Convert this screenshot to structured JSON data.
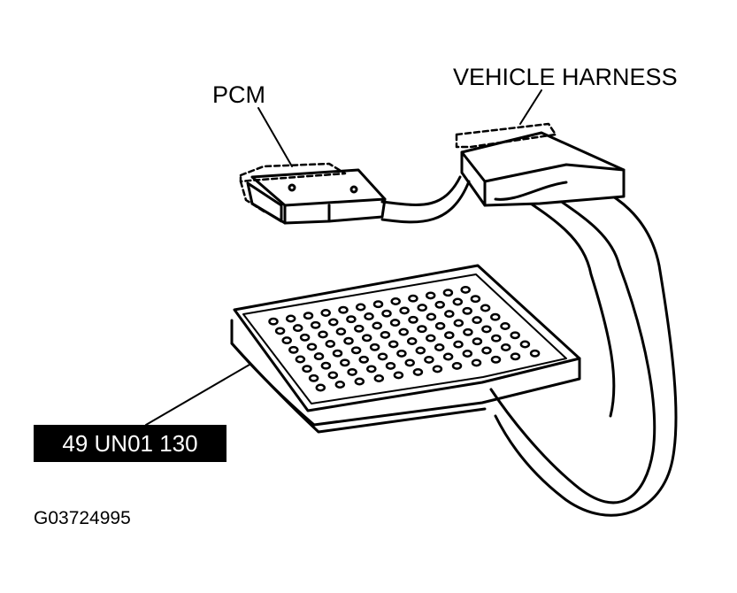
{
  "labels": {
    "pcm": "PCM",
    "vehicle_harness": "VEHICLE HARNESS",
    "tool_number": "49 UN01 130",
    "figure_id": "G03724995"
  },
  "colors": {
    "ink": "#000000",
    "paper": "#ffffff"
  }
}
